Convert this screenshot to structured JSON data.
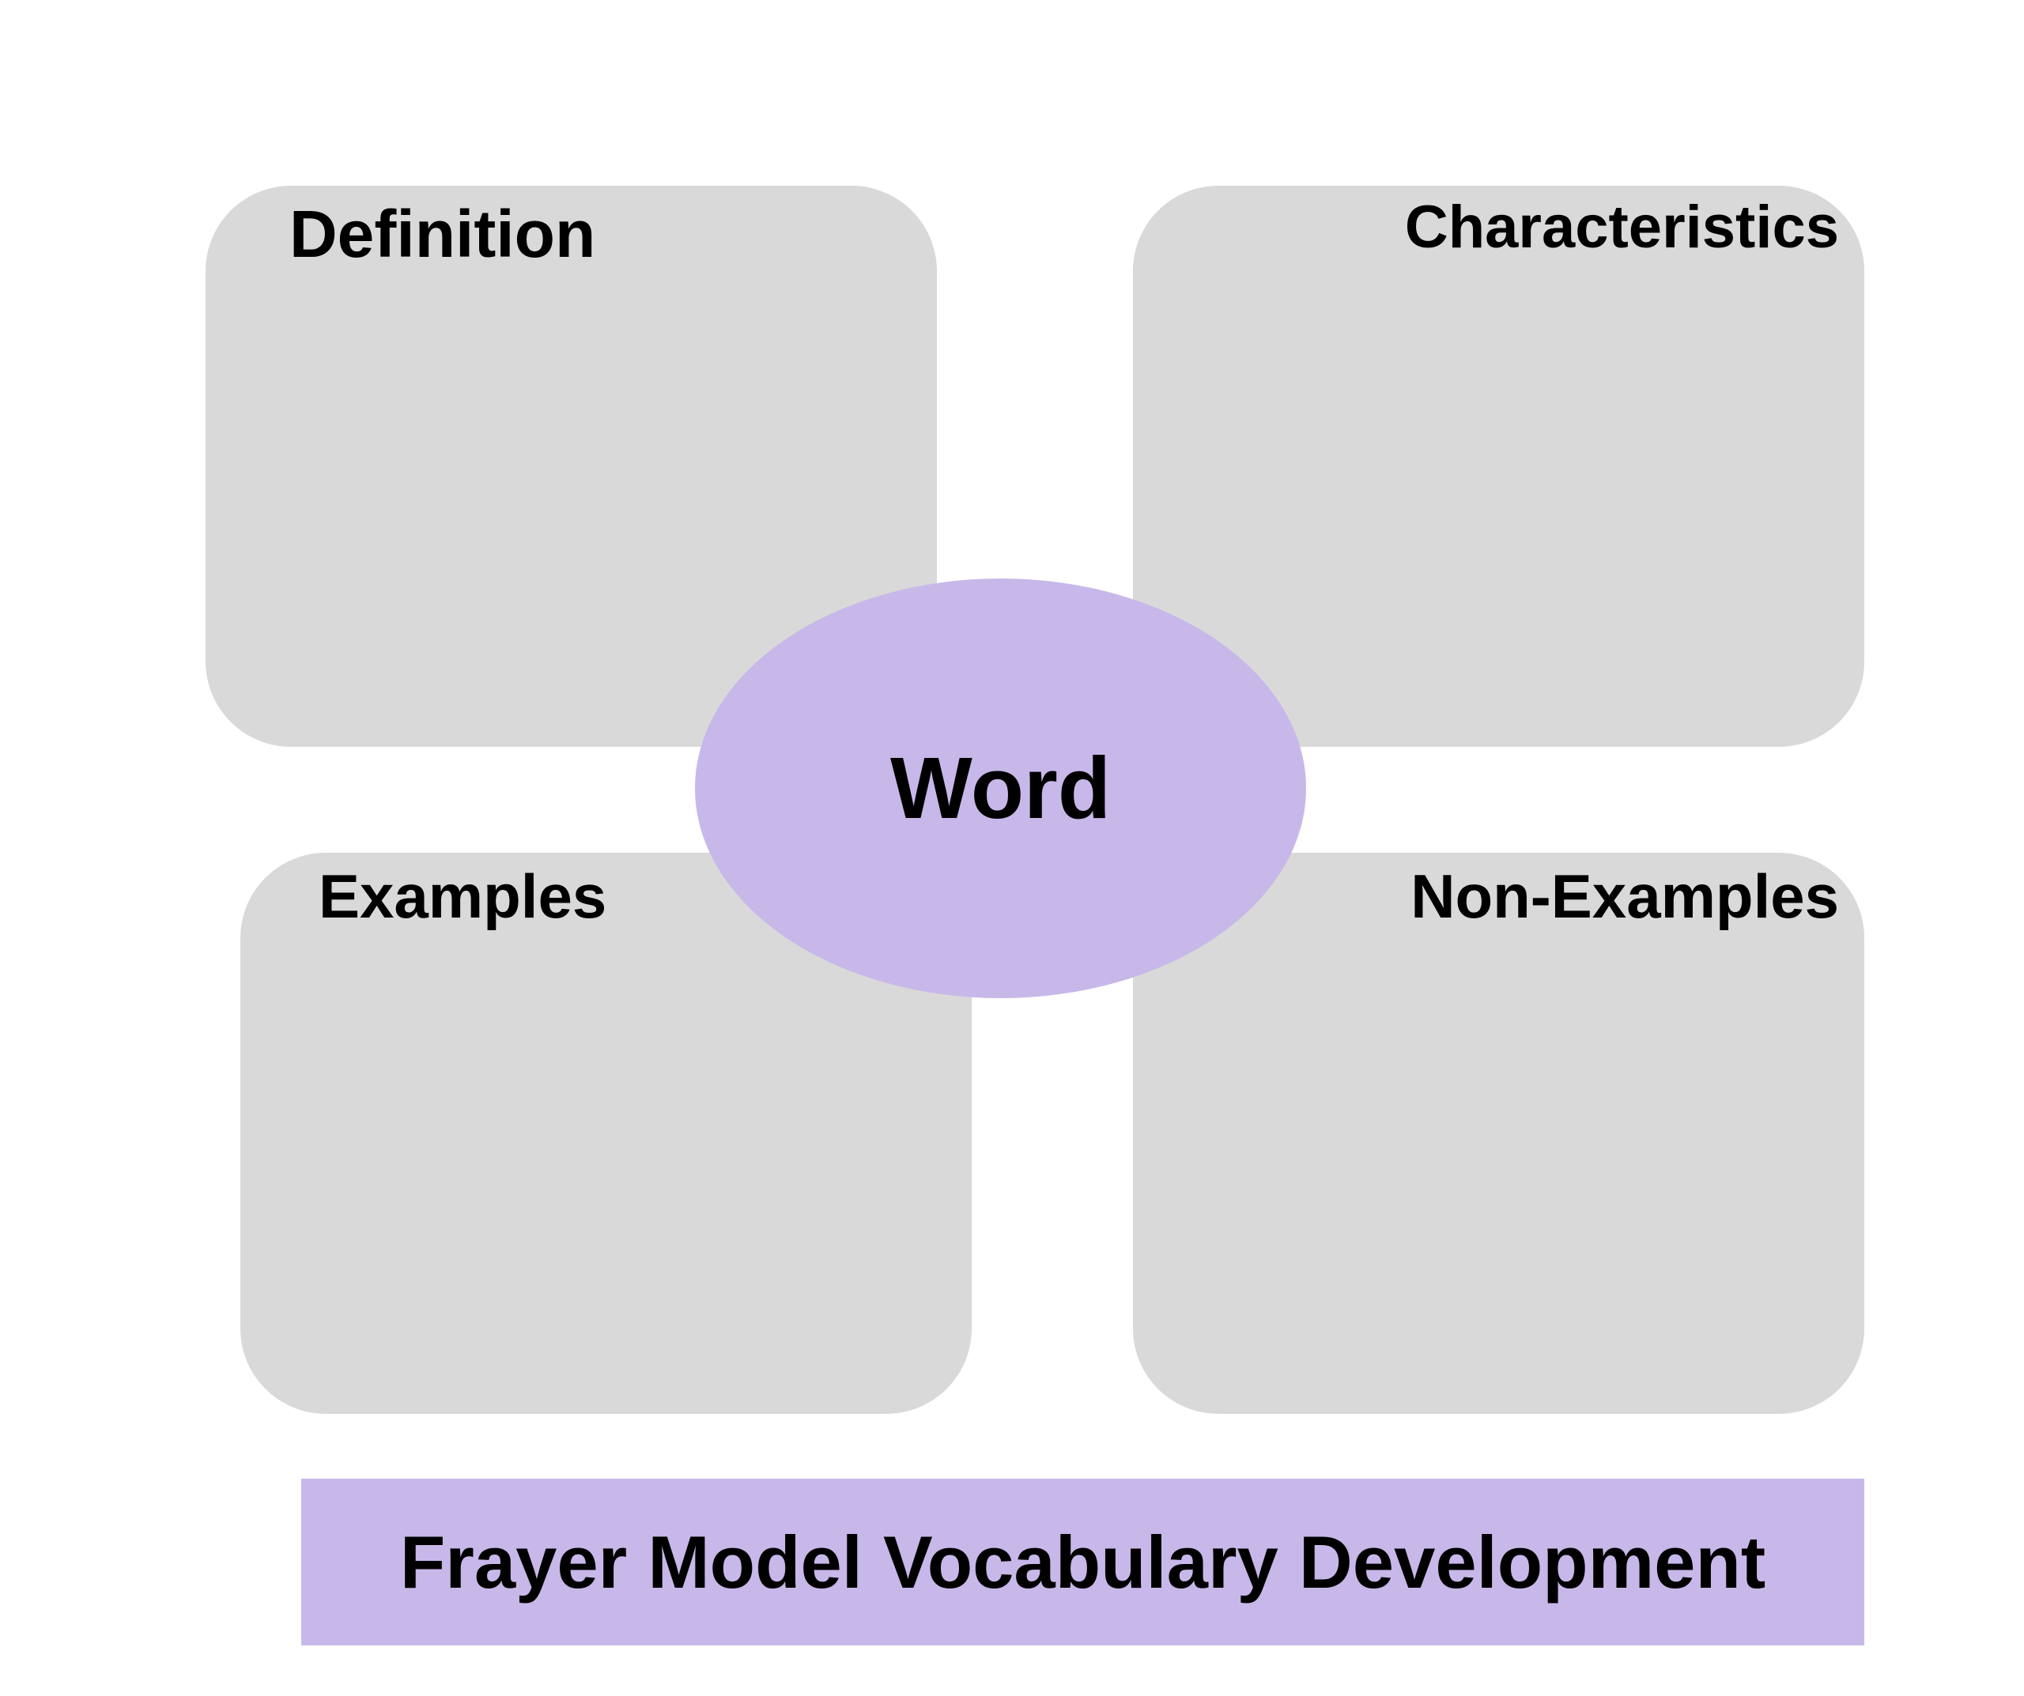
{
  "diagram": {
    "center_word": "Word",
    "quadrants": {
      "definition": "Definition",
      "characteristics": "Characteristics",
      "examples": "Examples",
      "non_examples": "Non-Examples"
    },
    "title": "Frayer Model Vocabulary Development"
  },
  "colors": {
    "box_fill": "#d9d9d9",
    "accent_purple": "#c8b8e9",
    "text": "#000000",
    "background": "#ffffff"
  }
}
